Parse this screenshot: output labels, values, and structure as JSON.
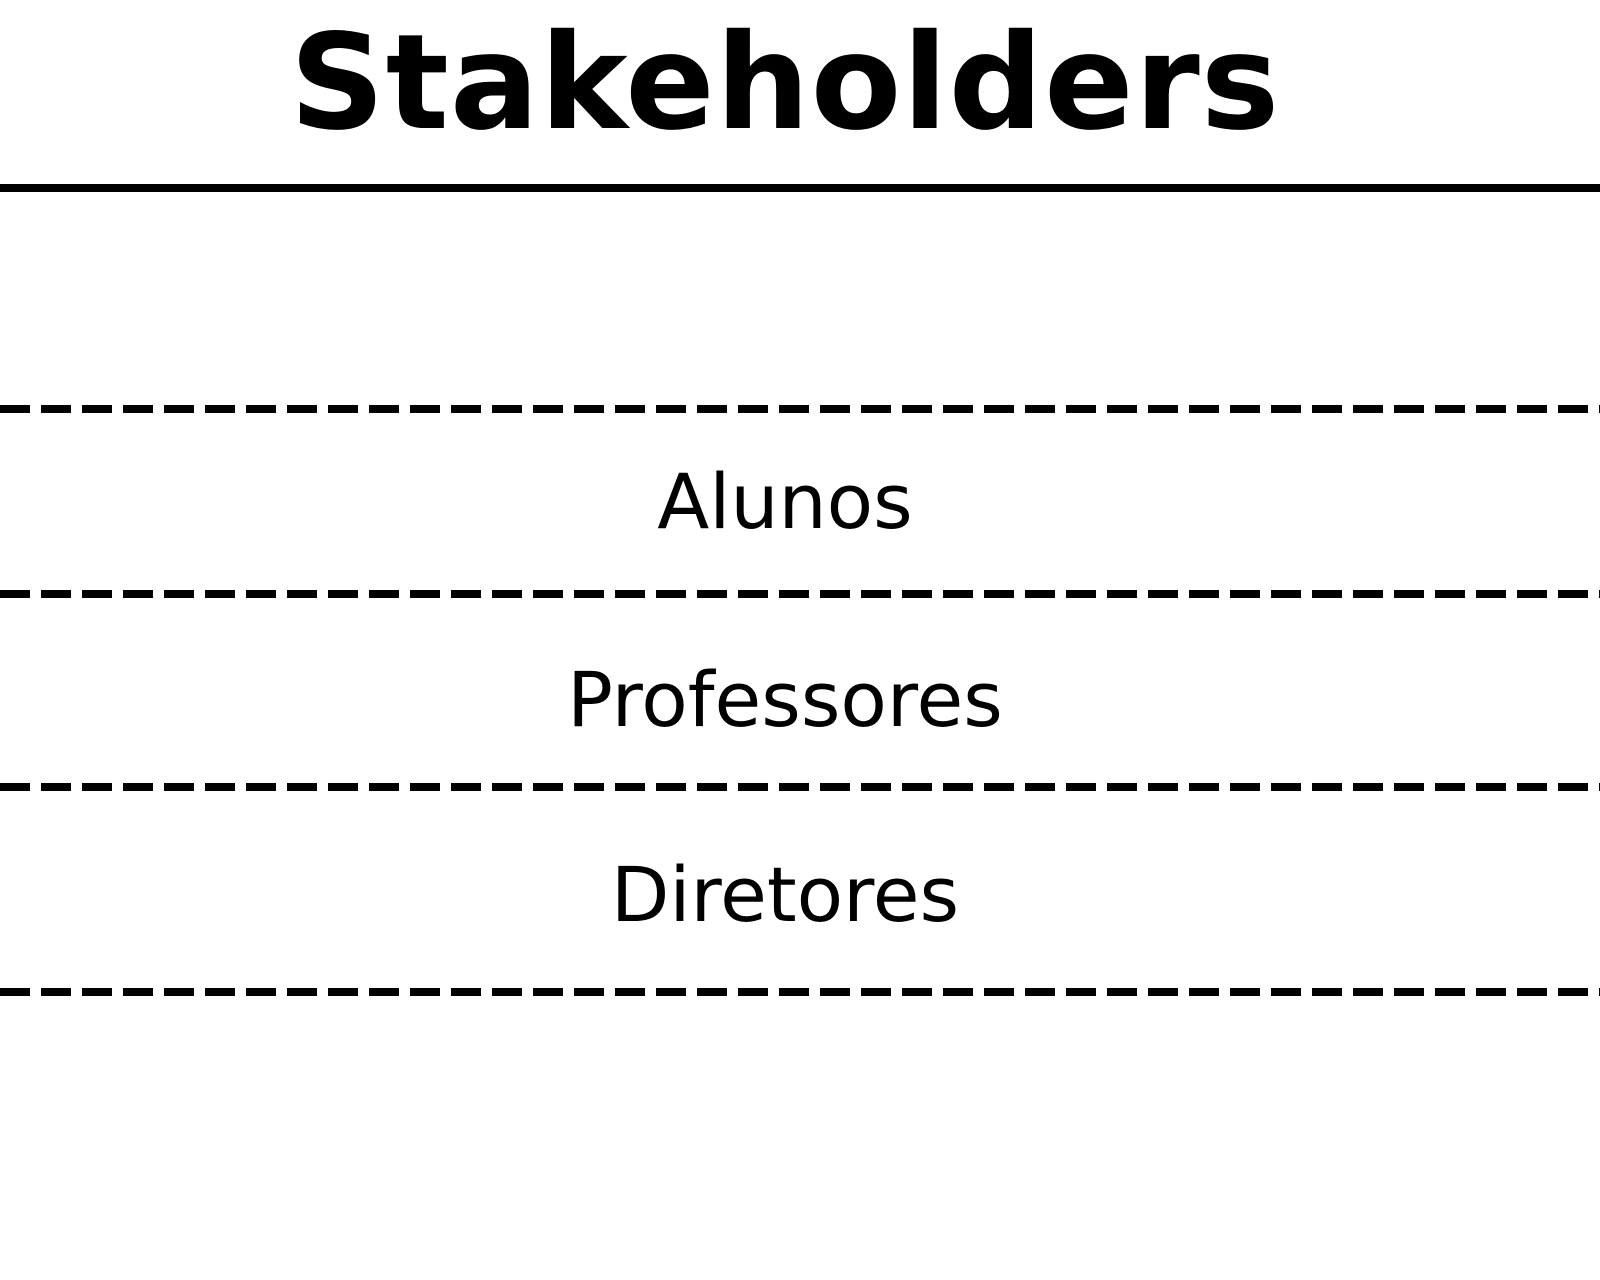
{
  "title": "Stakeholders",
  "items": [
    {
      "label": ""
    },
    {
      "label": "Alunos"
    },
    {
      "label": "Professores"
    },
    {
      "label": "Diretores"
    }
  ],
  "colors": {
    "ink": "#000000",
    "background": "#ffffff"
  }
}
